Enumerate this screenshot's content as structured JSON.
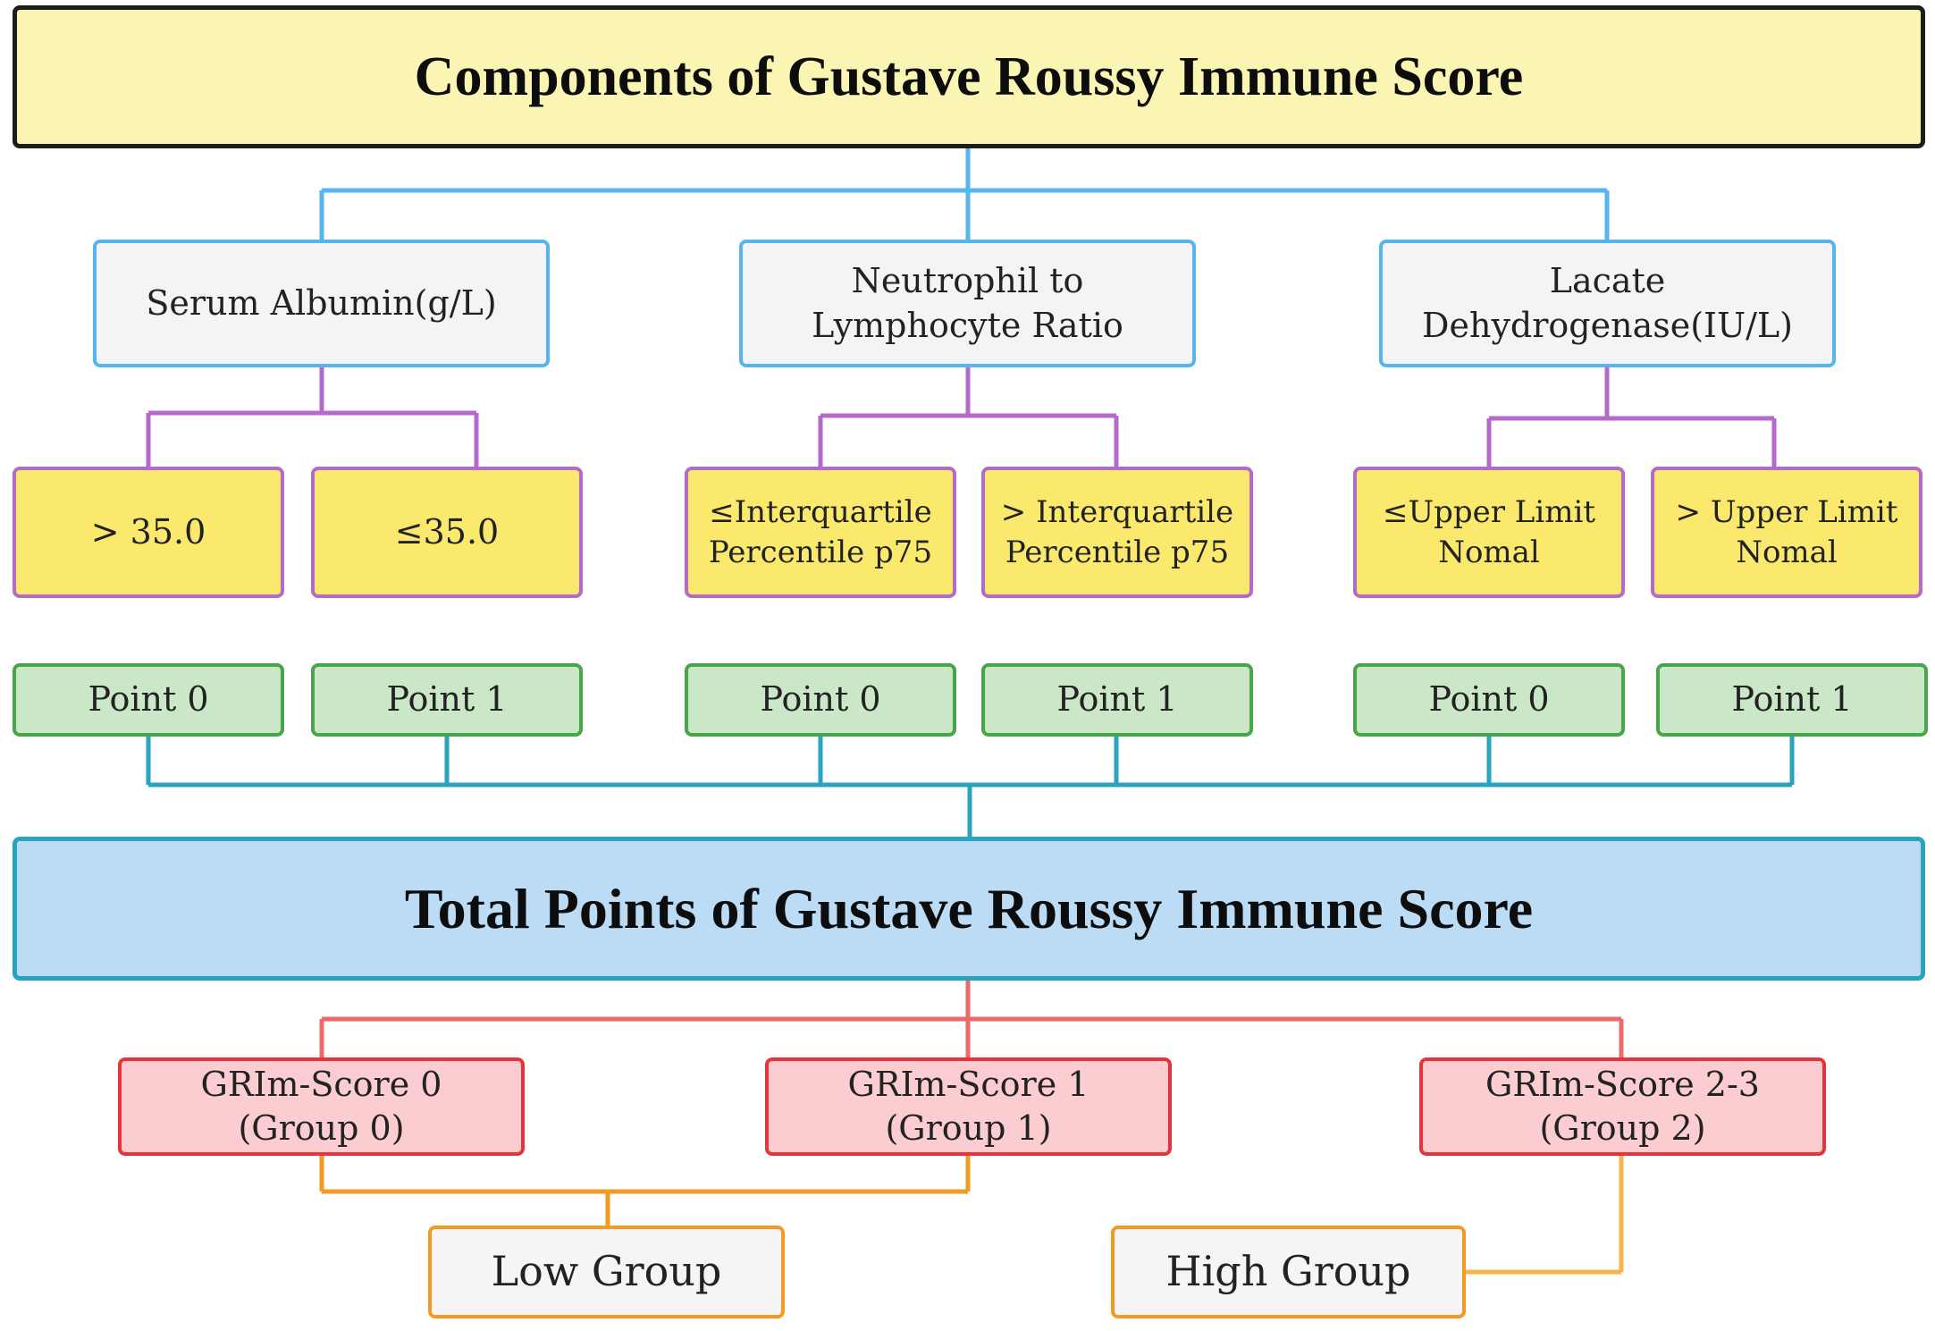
{
  "title": "Components of Gustave Roussy Immune Score",
  "components": [
    {
      "lines": [
        "Serum Albumin(g/L)"
      ]
    },
    {
      "lines": [
        "Neutrophil to",
        "Lymphocyte Ratio"
      ]
    },
    {
      "lines": [
        "Lacate",
        "Dehydrogenase(IU/L)"
      ]
    }
  ],
  "conditions": [
    {
      "lines": [
        "> 35.0"
      ]
    },
    {
      "lines": [
        "≤35.0"
      ]
    },
    {
      "lines": [
        "≤Interquartile",
        "Percentile p75"
      ]
    },
    {
      "lines": [
        "> Interquartile",
        "Percentile p75"
      ]
    },
    {
      "lines": [
        "≤Upper Limit",
        "Nomal"
      ]
    },
    {
      "lines": [
        "> Upper Limit",
        "Nomal"
      ]
    }
  ],
  "points": [
    "Point 0",
    "Point 1",
    "Point 0",
    "Point 1",
    "Point 0",
    "Point 1"
  ],
  "total": "Total Points of Gustave Roussy Immune Score",
  "grim_scores": [
    {
      "lines": [
        "GRIm-Score 0",
        "(Group 0)"
      ]
    },
    {
      "lines": [
        "GRIm-Score 1",
        "(Group 1)"
      ]
    },
    {
      "lines": [
        "GRIm-Score 2-3",
        "(Group 2)"
      ]
    }
  ],
  "groups": [
    "Low Group",
    "High Group"
  ],
  "colors": {
    "title_fill": "#fbf5b3",
    "component_border": "#56b5ee",
    "condition_fill": "#fae96c",
    "condition_border": "#b56acb",
    "point_fill": "#cae7c8",
    "point_border": "#47a64a",
    "total_fill": "#bcdcf5",
    "total_border": "#2aa3bf",
    "grim_fill": "#fccdd0",
    "grim_border": "#e9333a",
    "group_border": "#f39a22"
  }
}
